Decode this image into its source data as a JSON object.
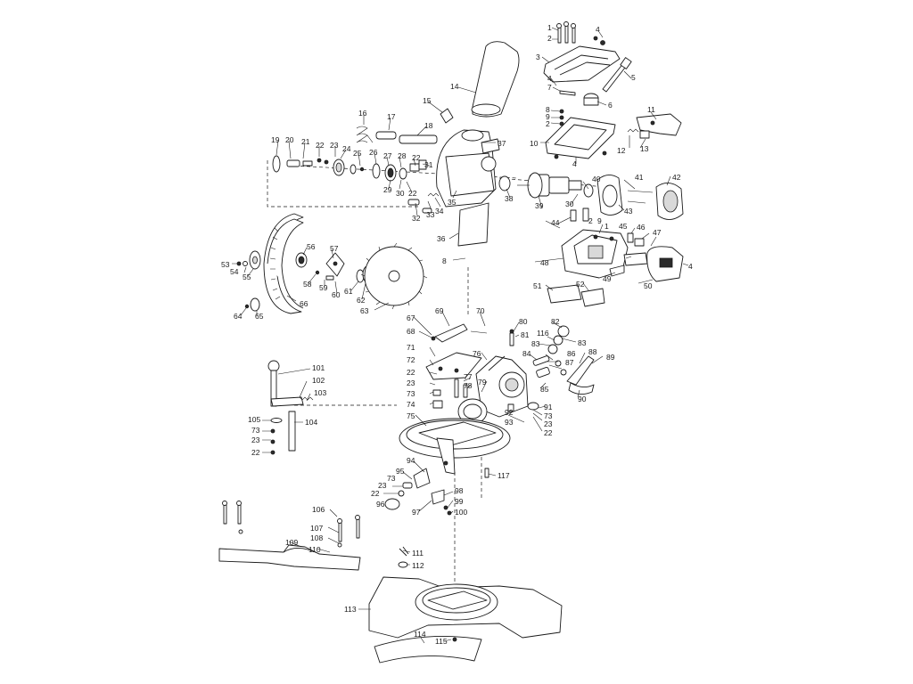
{
  "diagram": {
    "kind": "exploded-parts-view",
    "subject": "miter-saw",
    "part_numbers": [
      "1",
      "2",
      "3",
      "4",
      "5",
      "6",
      "7",
      "8",
      "9",
      "10",
      "11",
      "12",
      "13",
      "14",
      "15",
      "16",
      "17",
      "18",
      "19",
      "20",
      "21",
      "22",
      "23",
      "24",
      "25",
      "26",
      "27",
      "28",
      "29",
      "30",
      "31",
      "32",
      "33",
      "34",
      "35",
      "36",
      "37",
      "38",
      "39",
      "40",
      "41",
      "42",
      "43",
      "44",
      "45",
      "46",
      "47",
      "48",
      "49",
      "50",
      "51",
      "52",
      "53",
      "54",
      "55",
      "56",
      "57",
      "58",
      "59",
      "60",
      "61",
      "62",
      "63",
      "64",
      "65",
      "66",
      "67",
      "68",
      "69",
      "70",
      "71",
      "72",
      "73",
      "74",
      "75",
      "76",
      "77",
      "78",
      "79",
      "80",
      "81",
      "82",
      "83",
      "84",
      "85",
      "86",
      "87",
      "88",
      "89",
      "90",
      "91",
      "92",
      "93",
      "94",
      "95",
      "96",
      "97",
      "98",
      "99",
      "100",
      "101",
      "102",
      "103",
      "104",
      "105",
      "106",
      "107",
      "108",
      "109",
      "110",
      "111",
      "112",
      "113",
      "114",
      "115",
      "116",
      "117"
    ]
  },
  "callouts": [
    {
      "id": "c1",
      "text": "1"
    },
    {
      "id": "c2",
      "text": "2"
    },
    {
      "id": "c3",
      "text": "3"
    },
    {
      "id": "c4",
      "text": "4"
    },
    {
      "id": "c5",
      "text": "5"
    },
    {
      "id": "c6",
      "text": "6"
    },
    {
      "id": "c7",
      "text": "7"
    },
    {
      "id": "c8",
      "text": "8"
    },
    {
      "id": "c9",
      "text": "9"
    },
    {
      "id": "c10",
      "text": "10"
    },
    {
      "id": "c11",
      "text": "11"
    },
    {
      "id": "c12",
      "text": "12"
    },
    {
      "id": "c13",
      "text": "13"
    },
    {
      "id": "c14",
      "text": "14"
    },
    {
      "id": "c15",
      "text": "15"
    },
    {
      "id": "c16",
      "text": "16"
    },
    {
      "id": "c17",
      "text": "17"
    },
    {
      "id": "c18",
      "text": "18"
    },
    {
      "id": "c19",
      "text": "19"
    },
    {
      "id": "c20",
      "text": "20"
    },
    {
      "id": "c21",
      "text": "21"
    },
    {
      "id": "c22",
      "text": "22"
    },
    {
      "id": "c23",
      "text": "23"
    },
    {
      "id": "c24",
      "text": "24"
    },
    {
      "id": "c25",
      "text": "25"
    },
    {
      "id": "c26",
      "text": "26"
    },
    {
      "id": "c27",
      "text": "27"
    },
    {
      "id": "c28",
      "text": "28"
    },
    {
      "id": "c29",
      "text": "29"
    },
    {
      "id": "c30",
      "text": "30"
    },
    {
      "id": "c31",
      "text": "31"
    },
    {
      "id": "c32",
      "text": "32"
    },
    {
      "id": "c33",
      "text": "33"
    },
    {
      "id": "c34",
      "text": "34"
    },
    {
      "id": "c35",
      "text": "35"
    },
    {
      "id": "c36",
      "text": "36"
    },
    {
      "id": "c37",
      "text": "37"
    },
    {
      "id": "c38",
      "text": "38"
    },
    {
      "id": "c39",
      "text": "39"
    },
    {
      "id": "c40",
      "text": "40"
    },
    {
      "id": "c41",
      "text": "41"
    },
    {
      "id": "c42",
      "text": "42"
    },
    {
      "id": "c43",
      "text": "43"
    },
    {
      "id": "c44",
      "text": "44"
    },
    {
      "id": "c45",
      "text": "45"
    },
    {
      "id": "c46",
      "text": "46"
    },
    {
      "id": "c47",
      "text": "47"
    },
    {
      "id": "c48",
      "text": "48"
    },
    {
      "id": "c49",
      "text": "49"
    },
    {
      "id": "c50",
      "text": "50"
    },
    {
      "id": "c51",
      "text": "51"
    },
    {
      "id": "c52",
      "text": "52"
    },
    {
      "id": "c53",
      "text": "53"
    },
    {
      "id": "c54",
      "text": "54"
    },
    {
      "id": "c55",
      "text": "55"
    },
    {
      "id": "c56",
      "text": "56"
    },
    {
      "id": "c57",
      "text": "57"
    },
    {
      "id": "c58",
      "text": "58"
    },
    {
      "id": "c59",
      "text": "59"
    },
    {
      "id": "c60",
      "text": "60"
    },
    {
      "id": "c61",
      "text": "61"
    },
    {
      "id": "c62",
      "text": "62"
    },
    {
      "id": "c63",
      "text": "63"
    },
    {
      "id": "c64",
      "text": "64"
    },
    {
      "id": "c65",
      "text": "65"
    },
    {
      "id": "c66",
      "text": "66"
    },
    {
      "id": "c67",
      "text": "67"
    },
    {
      "id": "c68",
      "text": "68"
    },
    {
      "id": "c69",
      "text": "69"
    },
    {
      "id": "c70",
      "text": "70"
    },
    {
      "id": "c71",
      "text": "71"
    },
    {
      "id": "c72",
      "text": "72"
    },
    {
      "id": "c73",
      "text": "73"
    },
    {
      "id": "c74",
      "text": "74"
    },
    {
      "id": "c75",
      "text": "75"
    },
    {
      "id": "c76",
      "text": "76"
    },
    {
      "id": "c77",
      "text": "77"
    },
    {
      "id": "c78",
      "text": "78"
    },
    {
      "id": "c79",
      "text": "79"
    },
    {
      "id": "c80",
      "text": "80"
    },
    {
      "id": "c81",
      "text": "81"
    },
    {
      "id": "c82",
      "text": "82"
    },
    {
      "id": "c83",
      "text": "83"
    },
    {
      "id": "c84",
      "text": "84"
    },
    {
      "id": "c85",
      "text": "85"
    },
    {
      "id": "c86",
      "text": "86"
    },
    {
      "id": "c87",
      "text": "87"
    },
    {
      "id": "c88",
      "text": "88"
    },
    {
      "id": "c89",
      "text": "89"
    },
    {
      "id": "c90",
      "text": "90"
    },
    {
      "id": "c91",
      "text": "91"
    },
    {
      "id": "c92",
      "text": "92"
    },
    {
      "id": "c93",
      "text": "93"
    },
    {
      "id": "c94",
      "text": "94"
    },
    {
      "id": "c95",
      "text": "95"
    },
    {
      "id": "c96",
      "text": "96"
    },
    {
      "id": "c97",
      "text": "97"
    },
    {
      "id": "c98",
      "text": "98"
    },
    {
      "id": "c99",
      "text": "99"
    },
    {
      "id": "c100",
      "text": "100"
    },
    {
      "id": "c101",
      "text": "101"
    },
    {
      "id": "c102",
      "text": "102"
    },
    {
      "id": "c103",
      "text": "103"
    },
    {
      "id": "c104",
      "text": "104"
    },
    {
      "id": "c105",
      "text": "105"
    },
    {
      "id": "c106",
      "text": "106"
    },
    {
      "id": "c107",
      "text": "107"
    },
    {
      "id": "c108",
      "text": "108"
    },
    {
      "id": "c109",
      "text": "109"
    },
    {
      "id": "c110",
      "text": "110"
    },
    {
      "id": "c111",
      "text": "111"
    },
    {
      "id": "c112",
      "text": "112"
    },
    {
      "id": "c113",
      "text": "113"
    },
    {
      "id": "c114",
      "text": "114"
    },
    {
      "id": "c115",
      "text": "115"
    },
    {
      "id": "c116",
      "text": "116"
    },
    {
      "id": "c117",
      "text": "117"
    }
  ],
  "colors": {
    "line": "#1a1a1a",
    "background": "#ffffff",
    "fill_dark": "#2b2b2b",
    "fill_grey": "#d9d9d9"
  }
}
